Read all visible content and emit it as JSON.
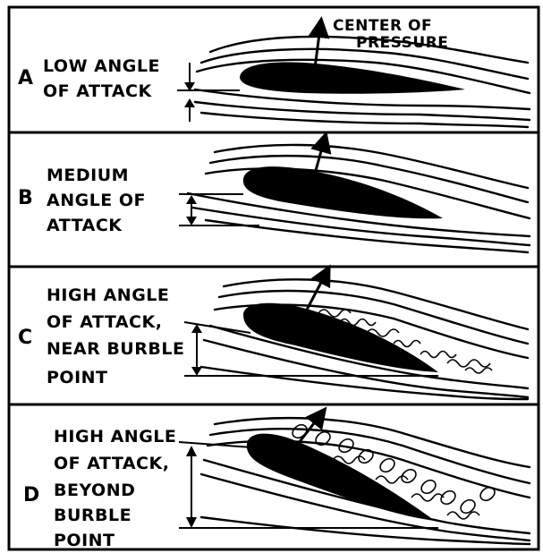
{
  "pressure_label": {
    "line1": "CENTER OF",
    "line2": "PRESSURE"
  },
  "panels": [
    {
      "letter": "A",
      "lines": [
        "LOW ANGLE",
        "OF ATTACK"
      ]
    },
    {
      "letter": "B",
      "lines": [
        "MEDIUM",
        "ANGLE OF",
        "ATTACK"
      ]
    },
    {
      "letter": "C",
      "lines": [
        "HIGH ANGLE",
        "OF ATTACK,",
        "NEAR BURBLE",
        "POINT"
      ]
    },
    {
      "letter": "D",
      "lines": [
        "HIGH ANGLE",
        "OF ATTACK,",
        "BEYOND",
        "BURBLE",
        "POINT"
      ]
    }
  ]
}
